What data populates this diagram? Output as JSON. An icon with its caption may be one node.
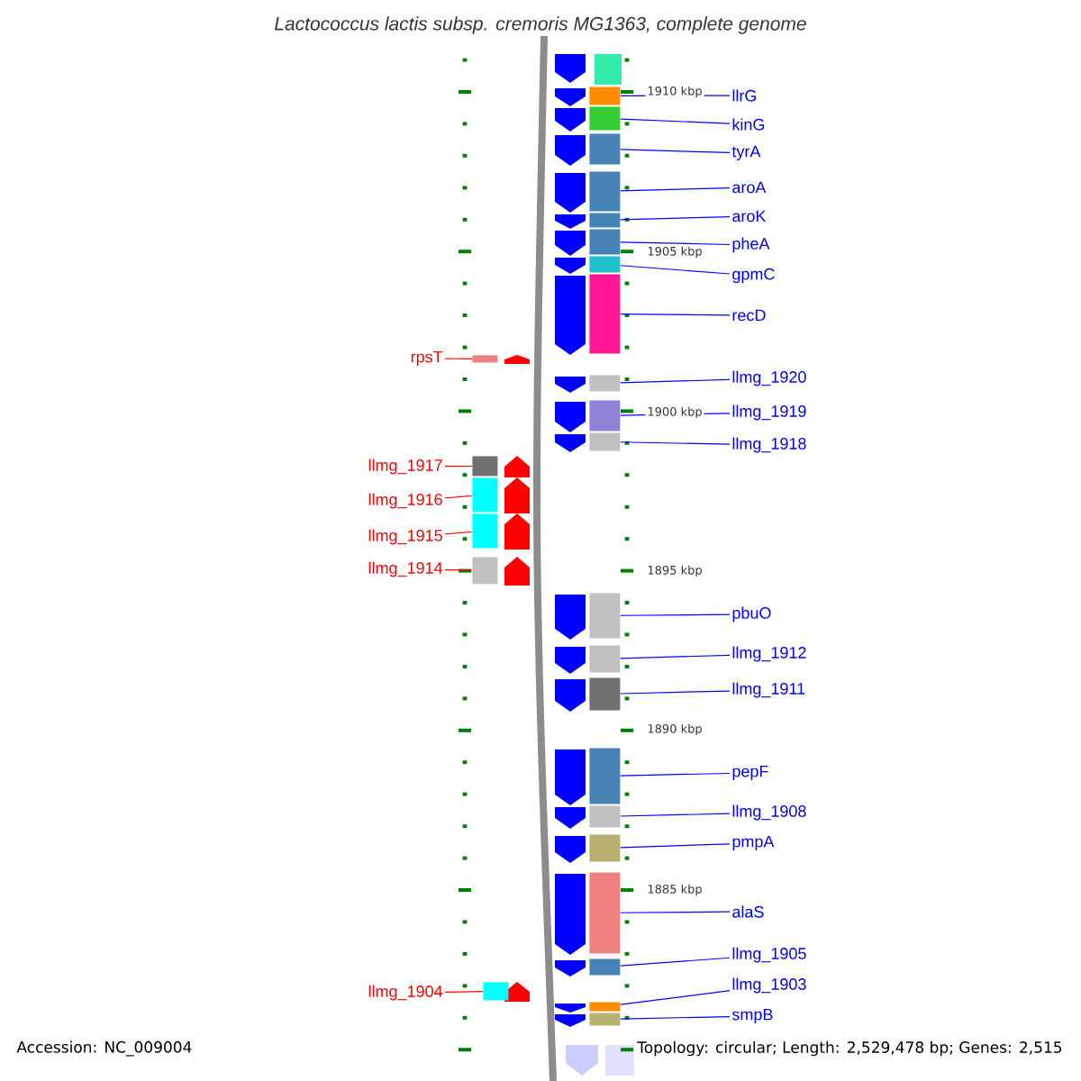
{
  "diagram": {
    "title": "*Lactococcus lactis* subsp. *cremoris* MG1363, complete genome",
    "nodes": [
      {
        "text": [
          "llrG"
        ]
      },
      {
        "text": [],
        "shape": "box"
      },
      {
        "text": [
          "kinG"
        ]
      },
      {
        "text": [],
        "shape": "box"
      },
      {
        "text": [
          "tyrA"
        ]
      },
      {
        "text": [],
        "shape": "box"
      },
      {
        "text": [
          "aroA"
        ]
      },
      {
        "text": [],
        "shape": "box"
      },
      {
        "text": [
          "aroK"
        ]
      },
      {
        "text": [],
        "shape": "box"
      },
      {
        "text": [
          "pheA"
        ]
      },
      {
        "text": [],
        "shape": "box"
      },
      {
        "text": [
          "gpmC"
        ]
      },
      {
        "text": [],
        "shape": "box"
      },
      {
        "text": [
          "recD"
        ]
      },
      {
        "text": [],
        "shape": "box"
      },
      {
        "text": [
          "rpsT"
        ]
      },
      {
        "text": [],
        "shape": "box"
      },
      {
        "text": [
          "llmg_1920"
        ]
      },
      {
        "text": [],
        "shape": "box"
      },
      {
        "text": [
          "llmg_1919"
        ]
      },
      {
        "text": [],
        "shape": "box"
      },
      {
        "text": [
          "llmg_1918"
        ]
      },
      {
        "text": [],
        "shape": "box"
      },
      {
        "text": [
          "llmg_1917"
        ]
      },
      {
        "text": [],
        "shape": "box"
      },
      {
        "text": [
          "llmg_1916"
        ]
      },
      {
        "text": [],
        "shape": "box"
      },
      {
        "text": [
          "llmg_1915"
        ]
      },
      {
        "text": [],
        "shape": "box"
      },
      {
        "text": [
          "llmg_1914"
        ]
      },
      {
        "text": [],
        "shape": "box"
      },
      {
        "text": [
          "pbuO"
        ]
      },
      {
        "text": [],
        "shape": "box"
      },
      {
        "text": [
          "llmg_1912"
        ]
      },
      {
        "text": [],
        "shape": "box"
      },
      {
        "text": [
          "llmg_1911"
        ]
      },
      {
        "text": [],
        "shape": "box"
      },
      {
        "text": [
          "pepF"
        ]
      },
      {
        "text": [],
        "shape": "box"
      },
      {
        "text": [
          "llmg_1908"
        ]
      },
      {
        "text": [],
        "shape": "box"
      },
      {
        "text": [
          "pmpA"
        ]
      },
      {
        "text": [],
        "shape": "box"
      },
      {
        "text": [
          "alaS"
        ]
      },
      {
        "text": [],
        "shape": "box"
      },
      {
        "text": [
          "llmg_1905"
        ]
      },
      {
        "text": [],
        "shape": "box"
      },
      {
        "text": [
          "llmg_1903"
        ]
      },
      {
        "text": [],
        "shape": "box"
      },
      {
        "text": [
          "llmg_1904"
        ]
      },
      {
        "text": [],
        "shape": "box"
      },
      {
        "text": [
          "smpB"
        ]
      },
      {
        "text": [],
        "shape": "box"
      }
    ],
    "edges": [
      {
        "from": 0,
        "to": 1,
        "arrow": "none"
      },
      {
        "from": 2,
        "to": 3,
        "arrow": "none"
      },
      {
        "from": 4,
        "to": 5,
        "arrow": "none"
      },
      {
        "from": 6,
        "to": 7,
        "arrow": "none"
      },
      {
        "from": 8,
        "to": 9,
        "arrow": "none"
      },
      {
        "from": 10,
        "to": 11,
        "arrow": "none"
      },
      {
        "from": 12,
        "to": 13,
        "arrow": "none"
      },
      {
        "from": 14,
        "to": 15,
        "arrow": "none"
      },
      {
        "from": 16,
        "to": 17,
        "arrow": "none",
        "color": "#ff0000"
      },
      {
        "from": 18,
        "to": 19,
        "arrow": "none"
      },
      {
        "from": 20,
        "to": 21,
        "arrow": "none"
      },
      {
        "from": 22,
        "to": 23,
        "arrow": "none"
      },
      {
        "from": 24,
        "to": 25,
        "arrow": "none",
        "color": "#ff0000"
      },
      {
        "from": 26,
        "to": 27,
        "arrow": "none",
        "color": "#ff0000"
      },
      {
        "from": 28,
        "to": 29,
        "arrow": "none",
        "color": "#ff0000"
      },
      {
        "from": 30,
        "to": 31,
        "arrow": "none",
        "color": "#ff0000"
      },
      {
        "from": 32,
        "to": 33,
        "arrow": "none"
      },
      {
        "from": 34,
        "to": 35,
        "arrow": "none"
      },
      {
        "from": 36,
        "to": 37,
        "arrow": "none"
      },
      {
        "from": 38,
        "to": 39,
        "arrow": "none"
      },
      {
        "from": 40,
        "to": 41,
        "arrow": "none"
      },
      {
        "from": 42,
        "to": 43,
        "arrow": "none"
      },
      {
        "from": 44,
        "to": 45,
        "arrow": "none"
      },
      {
        "from": 46,
        "to": 47,
        "arrow": "none"
      },
      {
        "from": 48,
        "to": 49,
        "arrow": "none"
      },
      {
        "from": 50,
        "to": 51,
        "arrow": "none",
        "color": "#ff0000"
      },
      {
        "from": 52,
        "to": 53,
        "arrow": "none"
      }
    ],
    "labels": [
      "1910 kbp",
      "1905 kbp",
      "1900 kbp",
      "1895 kbp",
      "1890 kbp",
      "1885 kbp",
      "Accession: NC_009004",
      "Topology: circular; Length: 2,529,478 bp; Genes: 2,515"
    ]
  }
}
